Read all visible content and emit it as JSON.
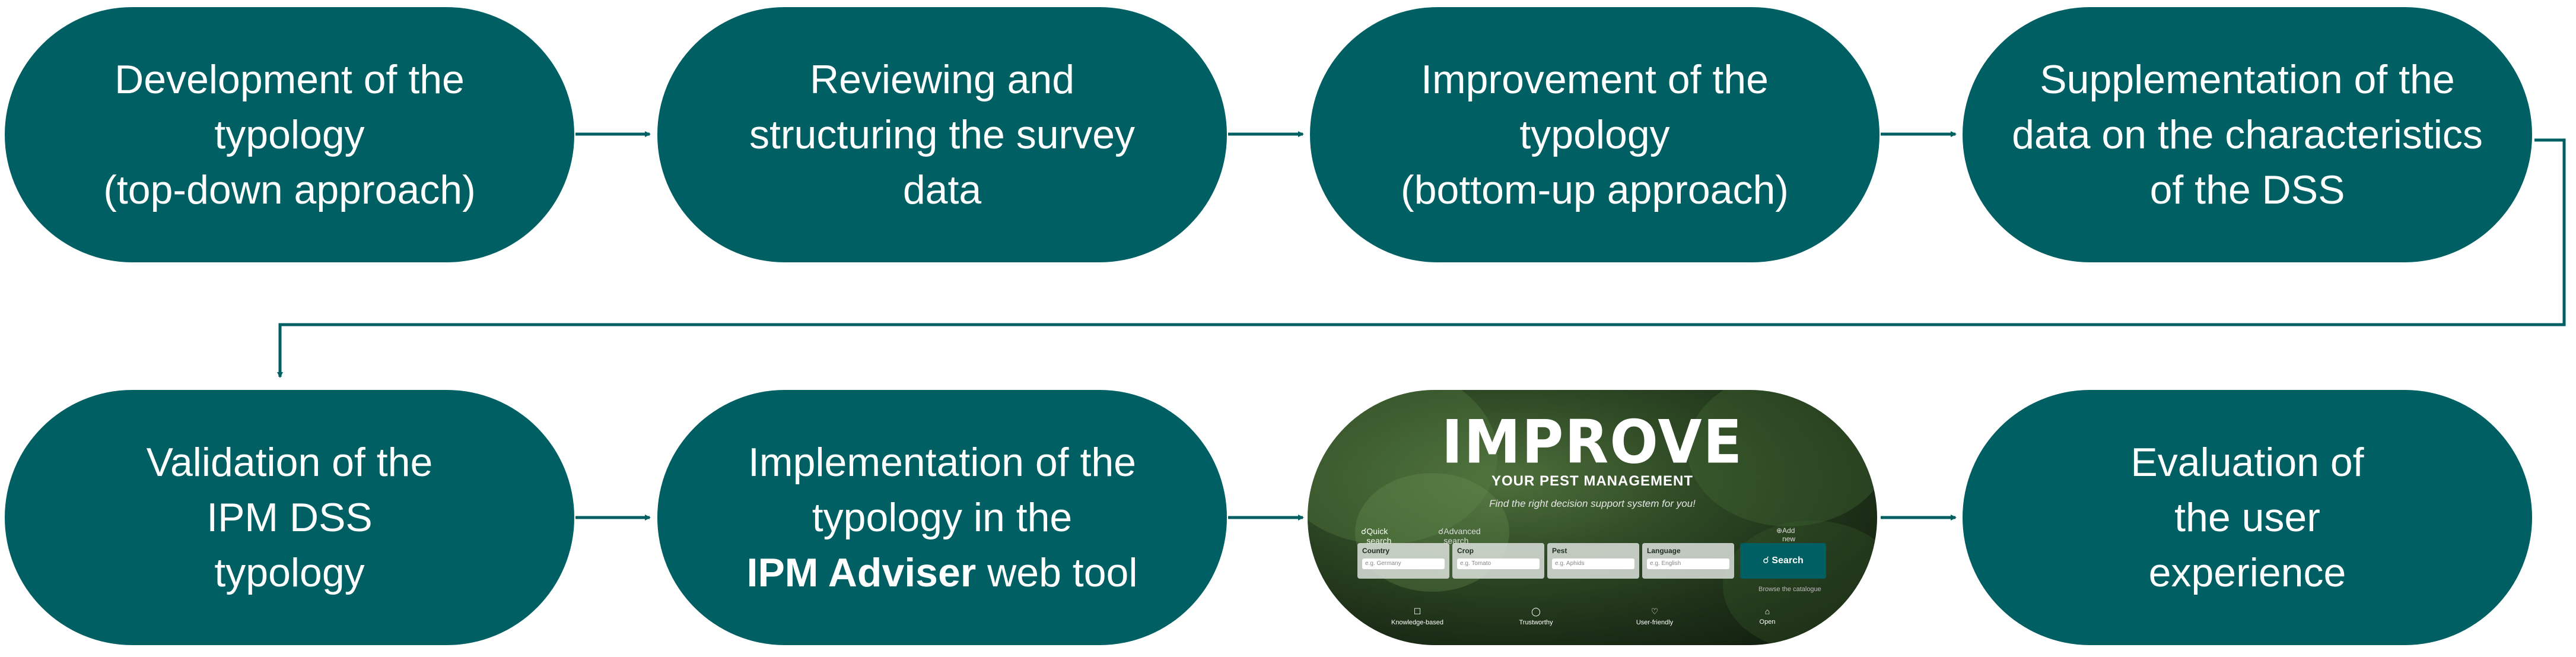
{
  "steps": [
    {
      "lines": [
        "Development of the",
        "typology",
        "(top-down approach)"
      ]
    },
    {
      "lines": [
        "Reviewing and",
        "structuring the survey",
        "data"
      ]
    },
    {
      "lines": [
        "Improvement of the",
        "typology",
        "(bottom-up approach)"
      ]
    },
    {
      "lines": [
        "Supplementation of the",
        "data on the characteristics",
        "of the DSS"
      ]
    },
    {
      "lines": [
        "Validation of the",
        "IPM DSS",
        "typology"
      ]
    },
    {
      "implementation": {
        "line1": "Implementation of the",
        "line2": "typology in the",
        "bold": "IPM Adviser",
        "rest": " web tool"
      }
    },
    {
      "lines": [
        "Evaluation of",
        "the user",
        "experience"
      ]
    }
  ],
  "screenshot": {
    "title": "IMPROVE",
    "subtitle": "YOUR PEST MANAGEMENT",
    "tagline": "Find the right decision support system for you!",
    "tabs": {
      "quick": "Quick search",
      "advanced": "Advanced search",
      "add": "Add new DSS"
    },
    "fields": [
      {
        "label": "Country",
        "placeholder": "e.g. Germany"
      },
      {
        "label": "Crop",
        "placeholder": "e.g. Tomato"
      },
      {
        "label": "Pest",
        "placeholder": "e.g. Aphids"
      },
      {
        "label": "Language",
        "placeholder": "e.g. English"
      }
    ],
    "search_label": "Search",
    "browse": "Browse the catalogue",
    "features": [
      "Knowledge-based",
      "Trustworthy",
      "User-friendly",
      "Open"
    ]
  },
  "colors": {
    "pill": "#005f63",
    "arrow": "#005f63"
  }
}
